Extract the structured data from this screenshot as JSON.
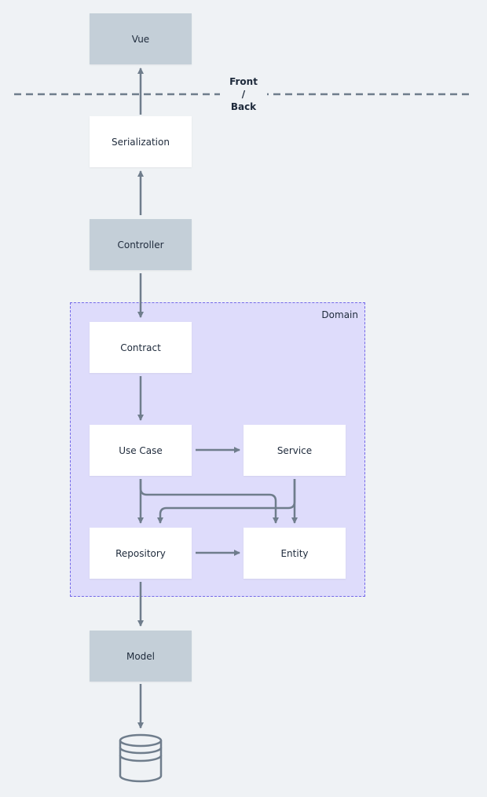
{
  "nodes": {
    "vue": "Vue",
    "serialization": "Serialization",
    "controller": "Controller",
    "contract": "Contract",
    "use_case": "Use Case",
    "service": "Service",
    "repository": "Repository",
    "entity": "Entity",
    "model": "Model"
  },
  "separator": {
    "front": "Front",
    "slash": "/",
    "back": "Back"
  },
  "domain_label": "Domain",
  "icons": {
    "database": "database-icon"
  },
  "colors": {
    "background": "#eff2f5",
    "gray_node": "#c4cfd8",
    "white_node": "#ffffff",
    "domain_fill": "#dedcfb",
    "domain_border": "#7469e8",
    "arrow": "#6f7d8c"
  }
}
